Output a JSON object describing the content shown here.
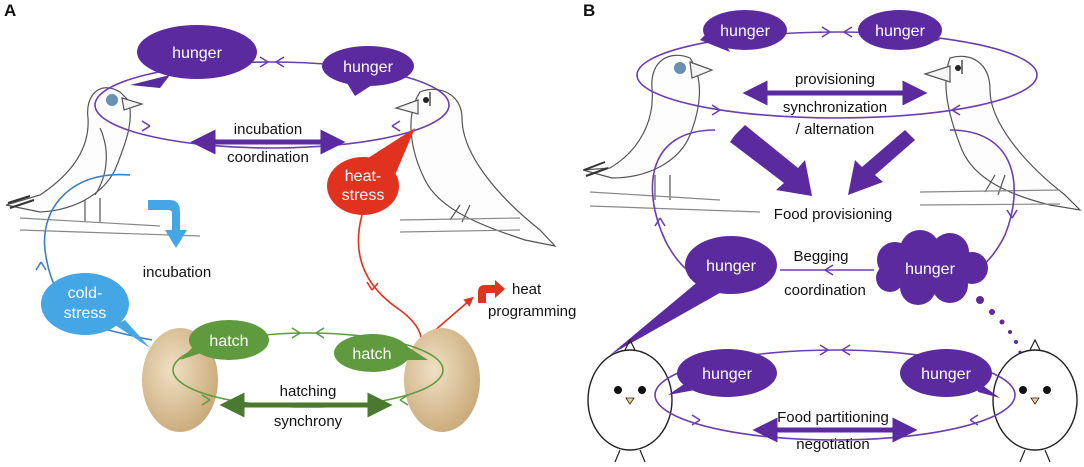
{
  "panels": {
    "a": "A",
    "b": "B"
  },
  "colors": {
    "purple": "#5b2a9e",
    "purple_line": "#6a3fb0",
    "red": "#e0321f",
    "blue": "#45a6e6",
    "green": "#5f9a3e",
    "egg": "#d9bf94"
  },
  "panel_a": {
    "bubbles": {
      "hunger_left": "hunger",
      "hunger_right": "hunger",
      "heat_stress": [
        "heat-",
        "stress"
      ],
      "cold_stress": [
        "cold-",
        "stress"
      ],
      "hatch_left": "hatch",
      "hatch_right": "hatch"
    },
    "labels": {
      "incubation_coordination": [
        "incubation",
        "coordination"
      ],
      "incubation": "incubation",
      "heat_programming": [
        "heat",
        "programming"
      ],
      "hatching_synchrony": [
        "hatching",
        "synchrony"
      ]
    }
  },
  "panel_b": {
    "bubbles": {
      "parent_hunger_left": "hunger",
      "parent_hunger_right": "hunger",
      "begging_hunger_left": "hunger",
      "begging_hunger_right": "hunger",
      "chick_hunger_left": "hunger",
      "chick_hunger_right": "hunger"
    },
    "labels": {
      "provisioning": "provisioning",
      "synchronization": [
        "synchronization",
        "/ alternation"
      ],
      "food_provisioning": "Food provisioning",
      "begging_coordination": [
        "Begging",
        "coordination"
      ],
      "food_partitioning": [
        "Food partitioning",
        "negotiation"
      ]
    }
  }
}
